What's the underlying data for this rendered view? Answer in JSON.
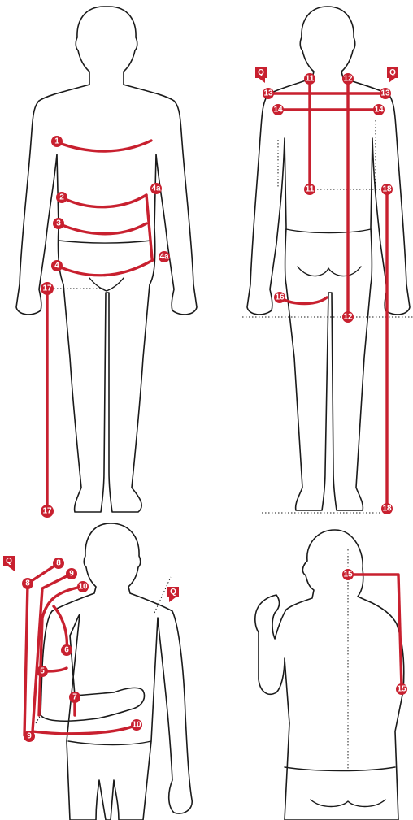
{
  "figures": {
    "front": {
      "markers": [
        "1",
        "2",
        "3",
        "4",
        "4a",
        "4a",
        "17",
        "17"
      ]
    },
    "back": {
      "markers": [
        "11",
        "12",
        "13",
        "13",
        "14",
        "14",
        "11",
        "12",
        "16",
        "18",
        "18"
      ],
      "q_tags": [
        "Q",
        "Q"
      ]
    },
    "arm_side": {
      "markers": [
        "8",
        "8",
        "9",
        "9",
        "10",
        "10",
        "5",
        "6",
        "7"
      ],
      "q_tags": [
        "Q",
        "Q"
      ]
    },
    "back_arm": {
      "markers": [
        "15",
        "15"
      ]
    }
  },
  "colors": {
    "accent": "#c8202f",
    "outline": "#1a1a1a",
    "background": "#ffffff"
  }
}
